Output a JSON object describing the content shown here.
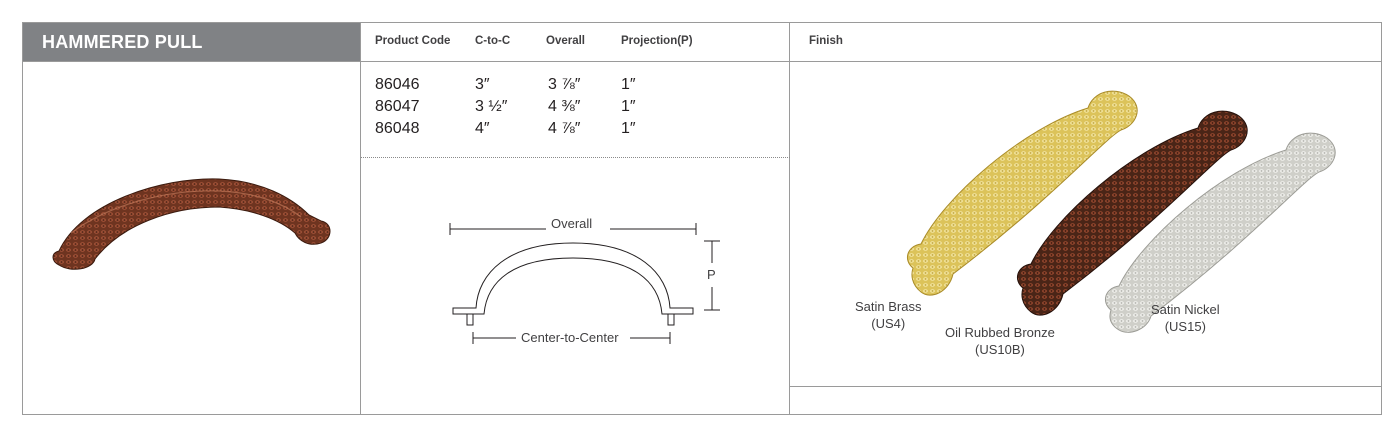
{
  "title": "HAMMERED PULL",
  "columns": {
    "product_code": "Product Code",
    "c_to_c": "C-to-C",
    "overall": "Overall",
    "projection": "Projection(P)",
    "finish": "Finish"
  },
  "rows": [
    {
      "code": "86046",
      "ctc": "3″",
      "overall": "3 ⅞″",
      "projection": "1″"
    },
    {
      "code": "86047",
      "ctc": "3 ½″",
      "overall": "4 ⅜″",
      "projection": "1″"
    },
    {
      "code": "86048",
      "ctc": "4″",
      "overall": "4 ⅞″",
      "projection": "1″"
    }
  ],
  "diagram": {
    "overall_label": "Overall",
    "projection_label": "P",
    "center_label": "Center-to-Center"
  },
  "finishes": [
    {
      "name": "Satin Brass",
      "code": "(US4)",
      "color": "#e6cf6a"
    },
    {
      "name": "Oil Rubbed Bronze",
      "code": "(US10B)",
      "color": "#7a3a22"
    },
    {
      "name": "Satin Nickel",
      "code": "(US15)",
      "color": "#d9d9d4"
    }
  ],
  "colors": {
    "header_bg": "#808285",
    "border": "#9a9a9a"
  }
}
